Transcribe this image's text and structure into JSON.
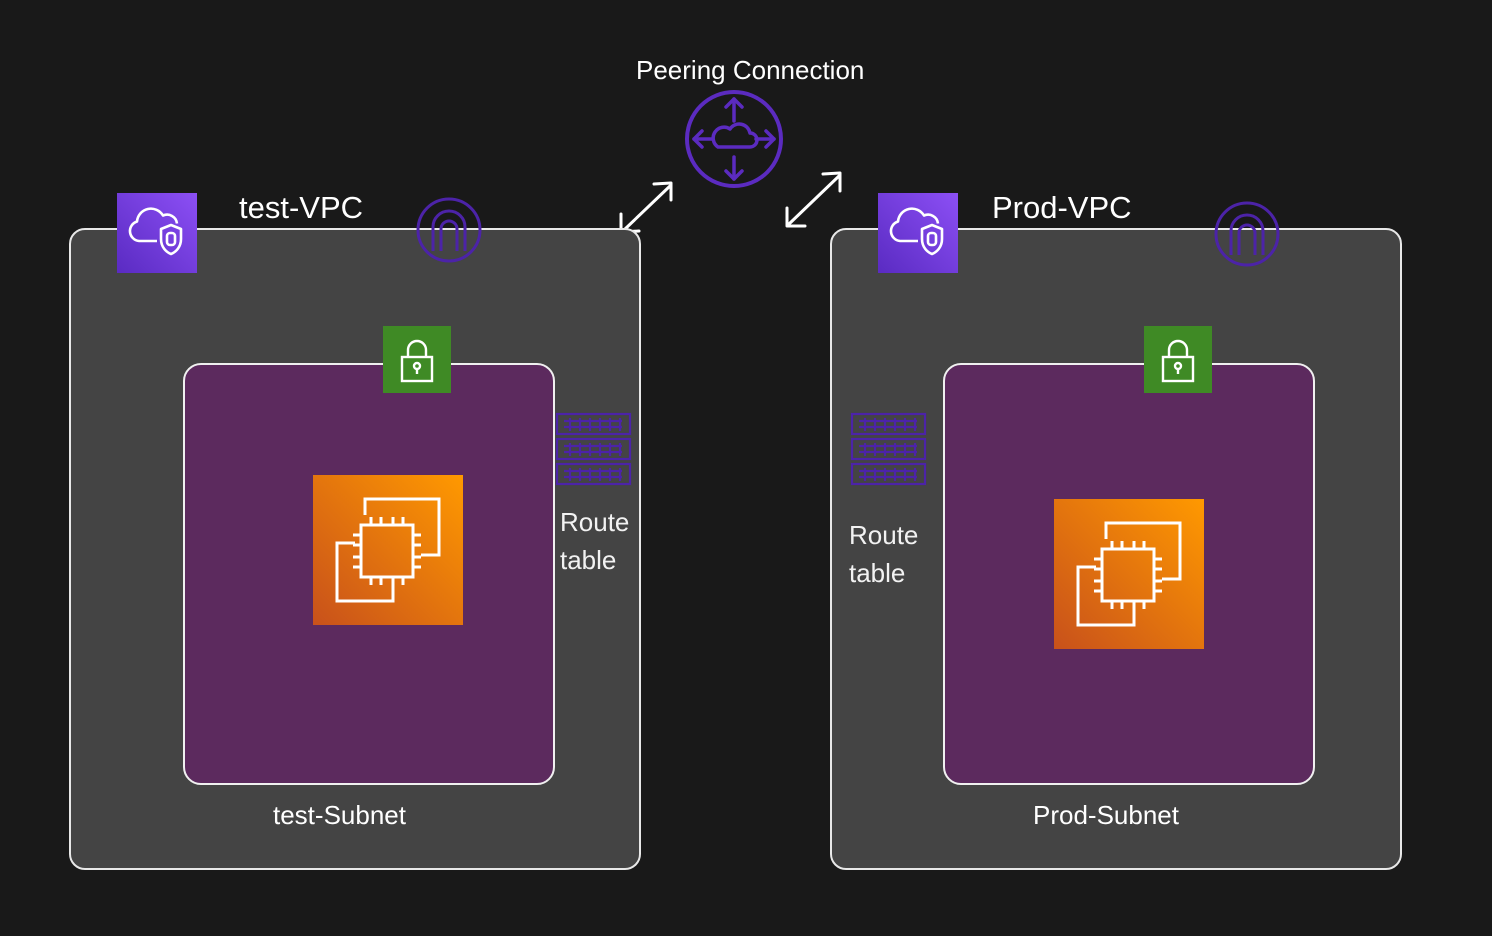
{
  "peering": {
    "label": "Peering Connection"
  },
  "vpcs": [
    {
      "name": "test-VPC",
      "subnet_name": "test-Subnet",
      "route_table_label": "Route table"
    },
    {
      "name": "Prod-VPC",
      "subnet_name": "Prod-Subnet",
      "route_table_label": "Route table"
    }
  ],
  "icons": {
    "vpc": "vpc-cloud-shield-icon",
    "internet_gateway": "internet-gateway-icon",
    "subnet_lock": "private-subnet-lock-icon",
    "ec2": "ec2-instance-icon",
    "route_table": "route-table-icon",
    "peering": "peering-router-icon",
    "arrow": "bidirectional-arrow-icon"
  },
  "colors": {
    "background": "#191919",
    "vpc_fill": "#444444",
    "subnet_fill": "#5c2a5e",
    "vpc_icon": "#8c4ff5",
    "lock_icon": "#3f8a25",
    "ec2_icon": "#ff9900",
    "outline_purple": "#5b2bc0"
  }
}
